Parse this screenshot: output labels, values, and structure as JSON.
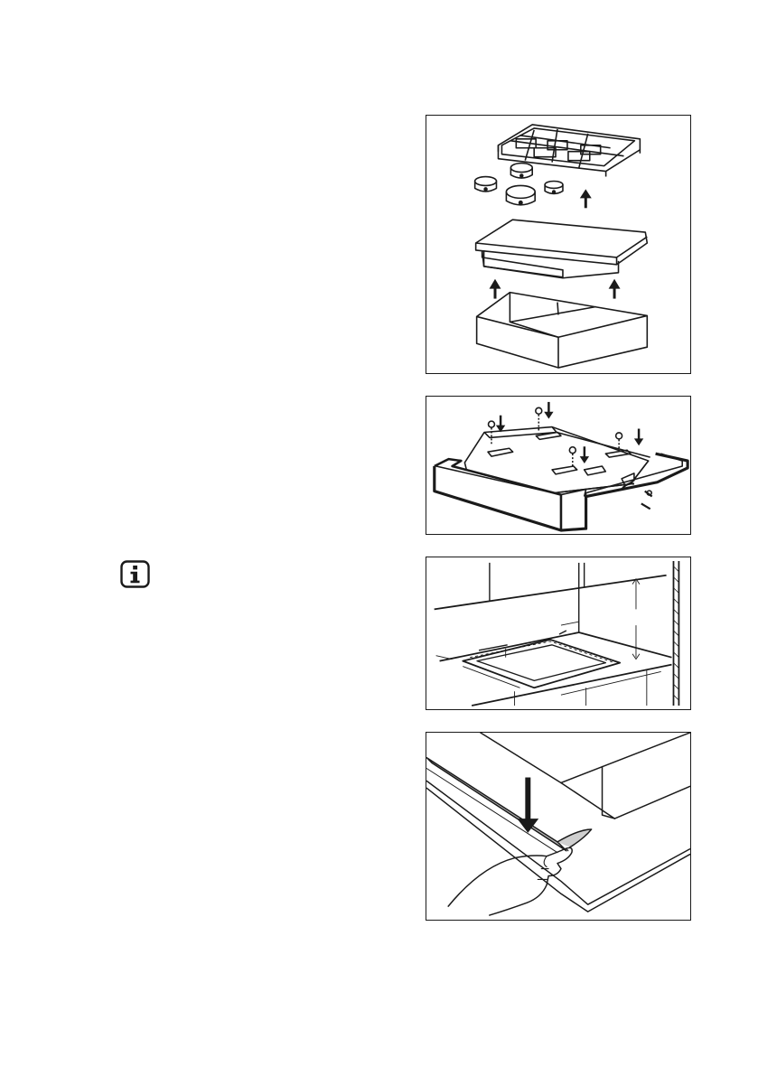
{
  "page": {
    "background": "#ffffff",
    "line_color": "#1a1a1a"
  },
  "figures": [
    {
      "id": "fig-1",
      "illustration": "hob-disassembly-exploded-view"
    },
    {
      "id": "fig-2",
      "illustration": "hob-fixing-brackets-screws"
    },
    {
      "id": "fig-3",
      "illustration": "worktop-cutout-dimensions"
    },
    {
      "id": "fig-4",
      "illustration": "applying-seal-strip"
    }
  ],
  "icons": {
    "info": "info-icon"
  }
}
